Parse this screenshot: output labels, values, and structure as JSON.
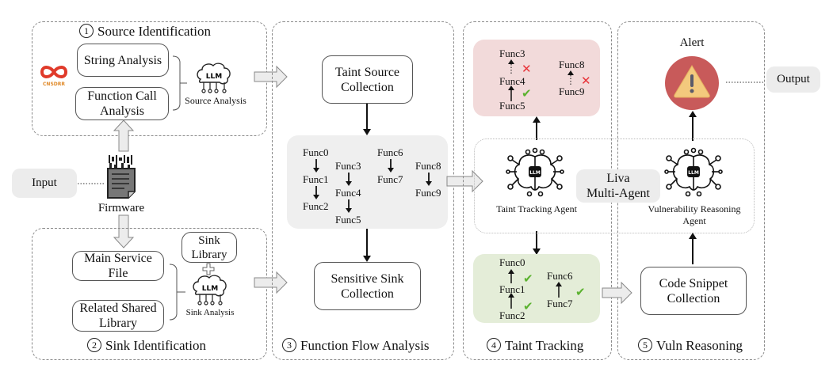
{
  "sections": {
    "source": {
      "number": "1",
      "title": "Source Identification",
      "boxes": [
        "String Analysis",
        "Function Call Analysis"
      ],
      "llm_label": "Source Analysis"
    },
    "sink": {
      "number": "2",
      "title": "Sink Identification",
      "boxes": [
        "Main Service File",
        "Related Shared Library"
      ],
      "library": "Sink Library",
      "llm_label": "Sink Analysis"
    },
    "flow": {
      "number": "3",
      "title": "Function Flow Analysis",
      "top": "Taint Source Collection",
      "bottom": "Sensitive Sink Collection",
      "chains": [
        [
          "Func0",
          "Func1",
          "Func2"
        ],
        [
          "Func3",
          "Func4",
          "Func5"
        ],
        [
          "Func6",
          "Func7"
        ],
        [
          "Func8",
          "Func9"
        ]
      ]
    },
    "tracking": {
      "number": "4",
      "title": "Taint Tracking",
      "rejected": {
        "chain1": [
          "Func3",
          "Func4",
          "Func5"
        ],
        "chain2": [
          "Func8",
          "Func9"
        ]
      },
      "accepted": {
        "chain1": [
          "Func0",
          "Func1",
          "Func2"
        ],
        "chain2": [
          "Func6",
          "Func7"
        ]
      }
    },
    "reasoning": {
      "number": "5",
      "title": "Vuln Reasoning",
      "box": "Code Snippet Collection",
      "alert": "Alert"
    }
  },
  "input_label": "Input",
  "firmware_label": "Firmware",
  "output_label": "Output",
  "agents": {
    "group_label_line1": "Liva",
    "group_label_line2": "Multi-Agent",
    "tracking_agent": "Taint Tracking Agent",
    "reasoning_agent": "Vulnerability Reasoning Agent",
    "llm_badge": "LLM"
  },
  "logo_text": "CNSDRR",
  "colors": {
    "alert_red": "#c85a5a",
    "alert_yellow": "#f3c97d",
    "reject_bg": "#f2dada",
    "accept_bg": "#e4edd8",
    "check": "#5bb22f",
    "cross": "#e8343a"
  }
}
